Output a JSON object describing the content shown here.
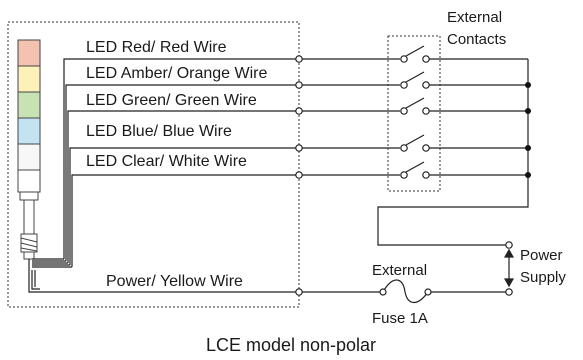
{
  "diagram": {
    "wires": [
      {
        "label": "LED Red/ Red Wire",
        "color": "#f4c3b0"
      },
      {
        "label": "LED Amber/ Orange Wire",
        "color": "#fdf0b8"
      },
      {
        "label": "LED Green/ Green Wire",
        "color": "#c8e2b3"
      },
      {
        "label": "LED Blue/ Blue Wire",
        "color": "#c3e3f3"
      },
      {
        "label": "LED Clear/ White Wire",
        "color": "#f7f7f7"
      }
    ],
    "power_wire_label": "Power/ Yellow Wire",
    "contacts_label_line1": "External",
    "contacts_label_line2": "Contacts",
    "fuse_label_top": "External",
    "fuse_label_bottom": "Fuse 1A",
    "supply_label_line1": "Power",
    "supply_label_line2": "Supply",
    "caption": "LCE model non-polar"
  }
}
